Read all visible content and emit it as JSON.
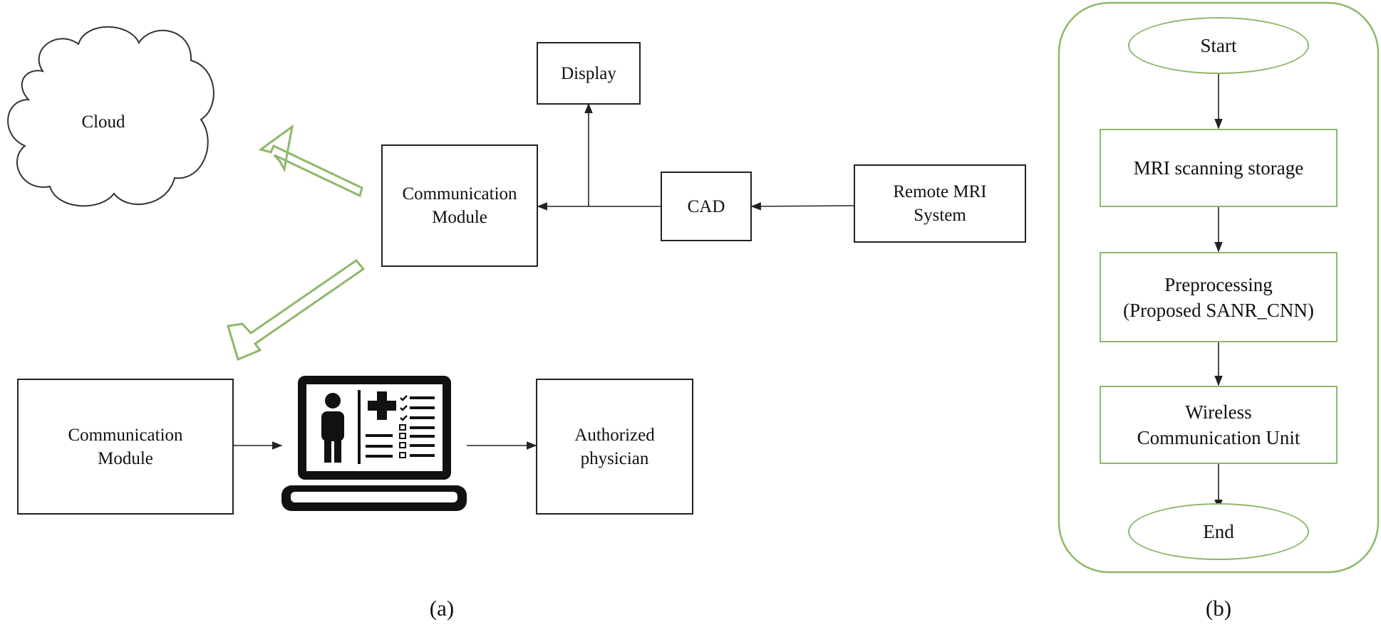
{
  "panel_a": {
    "caption": "(a)",
    "cloud_label": "Cloud",
    "display_label": "Display",
    "comm_module_top_label": "Communication\nModule",
    "cad_label": "CAD",
    "remote_mri_label": "Remote MRI\nSystem",
    "comm_module_bottom_label": "Communication\nModule",
    "authorized_label": "Authorized\nphysician",
    "laptop_icon": "medical-record-laptop-icon"
  },
  "panel_b": {
    "caption": "(b)",
    "start_label": "Start",
    "step1_label": "MRI scanning storage",
    "step2_label": "Preprocessing\n(Proposed SANR_CNN)",
    "step3_label": "Wireless\nCommunication Unit",
    "end_label": "End"
  },
  "colors": {
    "green_accent": "#8db86a",
    "line": "#222222"
  }
}
